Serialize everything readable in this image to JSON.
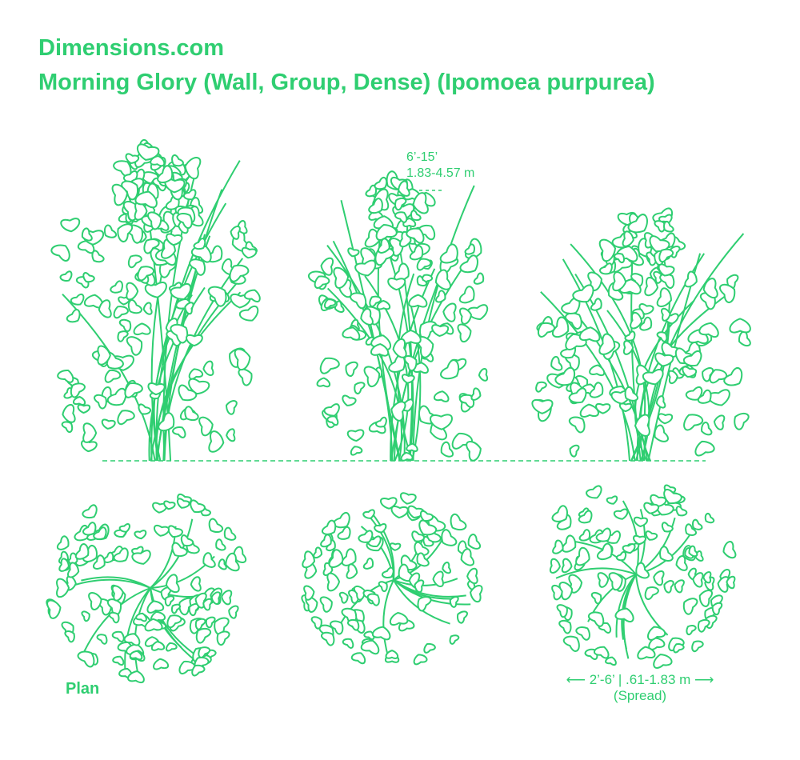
{
  "header": {
    "site": "Dimensions.com",
    "title": "Morning Glory (Wall, Group, Dense) (Ipomoea purpurea)"
  },
  "height_dimension": {
    "imperial": "6’-15’",
    "metric": "1.83-4.57 m"
  },
  "plan_label": "Plan",
  "spread_dimension": {
    "text": "2’-6’ | .61-1.83 m",
    "label": "(Spread)"
  },
  "colors": {
    "accent": "#2fce71"
  }
}
